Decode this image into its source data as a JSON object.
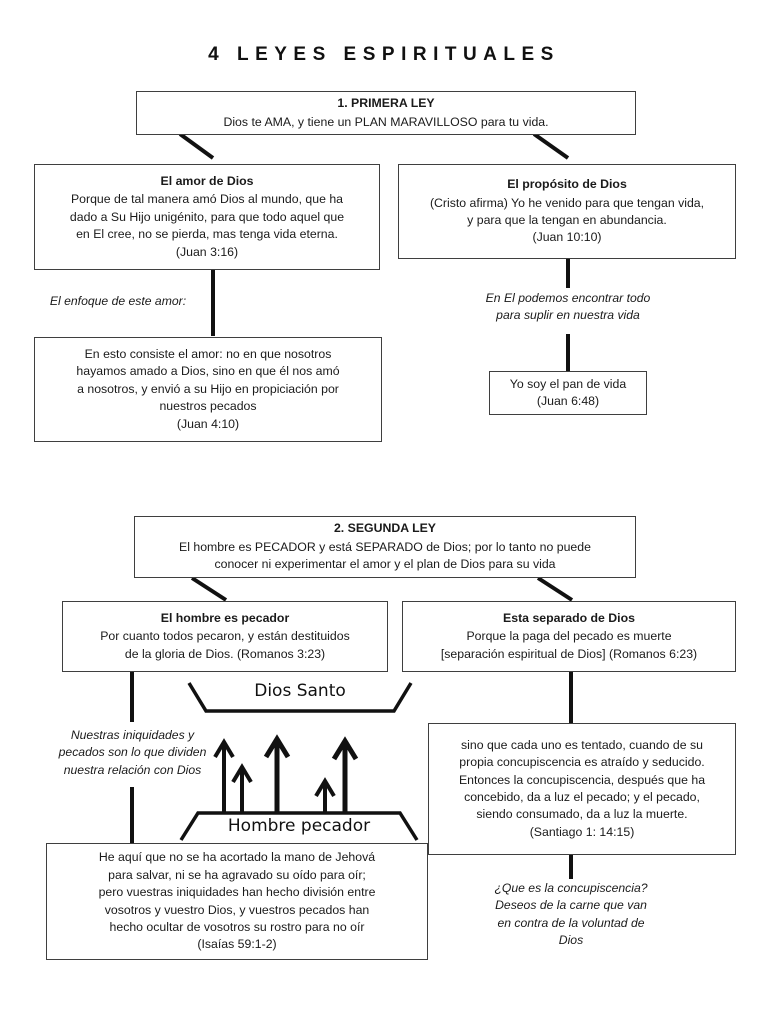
{
  "document": {
    "title": "4  L E Y E S   E S P I R I T U A L E S",
    "title_plain": "4 LEYES ESPIRITUALES"
  },
  "law1": {
    "header_box": {
      "heading": "1. PRIMERA LEY",
      "body": "Dios te AMA, y tiene un PLAN MARAVILLOSO para tu vida."
    },
    "left_box": {
      "heading": "El amor de Dios",
      "body": "Porque de tal manera amó Dios al mundo, que ha\ndado a Su Hijo unigénito, para que todo aquel que\nen El cree, no se pierda, mas tenga vida eterna.\n(Juan 3:16)"
    },
    "right_box": {
      "heading": "El propósito de Dios",
      "body": "(Cristo afirma) Yo he venido para que tengan vida,\ny para que la tengan en abundancia.\n(Juan 10:10)"
    },
    "left_note": "El enfoque de este amor:",
    "left_sub_box": {
      "body": "En esto consiste el amor: no en que nosotros\nhayamos amado a Dios, sino en que él nos amó\na nosotros, y envió a su Hijo en propiciación por\nnuestros pecados\n(Juan 4:10)"
    },
    "right_note": "En El podemos encontrar todo\npara suplir en nuestra vida",
    "right_sub_box": {
      "body": "Yo soy el pan de vida\n(Juan 6:48)"
    }
  },
  "law2": {
    "header_box": {
      "heading": "2. SEGUNDA LEY",
      "body": "El hombre es PECADOR y está SEPARADO de Dios; por lo tanto no puede\nconocer ni experimentar el amor y el plan de Dios para su vida"
    },
    "left_box": {
      "heading": "El hombre es pecador",
      "body": "Por cuanto todos pecaron, y están destituidos\nde la gloria de Dios. (Romanos 3:23)"
    },
    "right_box": {
      "heading": "Esta separado de Dios",
      "body": "Porque la paga del pecado es muerte\n[separación espiritual de Dios]  (Romanos 6:23)"
    },
    "holy_god_label": "Dios Santo",
    "sinful_man_label": "Hombre pecador",
    "left_note": "Nuestras iniquidades y\npecados son lo que dividen\nnuestra relación con Dios",
    "left_sub_box": {
      "body": "He aquí que no se ha acortado la mano de Jehová\npara salvar, ni se ha agravado su oído para oír;\npero vuestras iniquidades han hecho división entre\nvosotros y vuestro Dios, y vuestros pecados han\nhecho ocultar de vosotros su rostro para no oír\n(Isaías 59:1-2)"
    },
    "right_sub_box": {
      "body": "sino que cada uno es tentado, cuando de su\npropia concupiscencia es atraído y seducido.\nEntonces la concupiscencia, después que ha\nconcebido, da a luz el pecado; y el pecado,\nsiendo consumado, da a luz la muerte.\n(Santiago 1: 14:15)"
    },
    "right_note": "¿Que es la concupiscencia?\nDeseos de la carne que van\nen contra de la voluntad de\nDios"
  },
  "style": {
    "line_color": "#111111",
    "border_color": "#3f3f3f",
    "text_color": "#1a1a1a",
    "background": "#ffffff"
  }
}
